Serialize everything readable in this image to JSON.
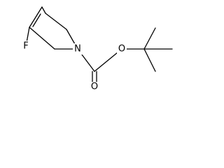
{
  "molecule": {
    "atoms": {
      "fluorine": "F",
      "nitrogen": "N",
      "carbonyl_oxygen": "O",
      "ester_oxygen": "O"
    },
    "colors": {
      "bond": "#000000",
      "label": "#000000",
      "background": "#ffffff"
    }
  }
}
